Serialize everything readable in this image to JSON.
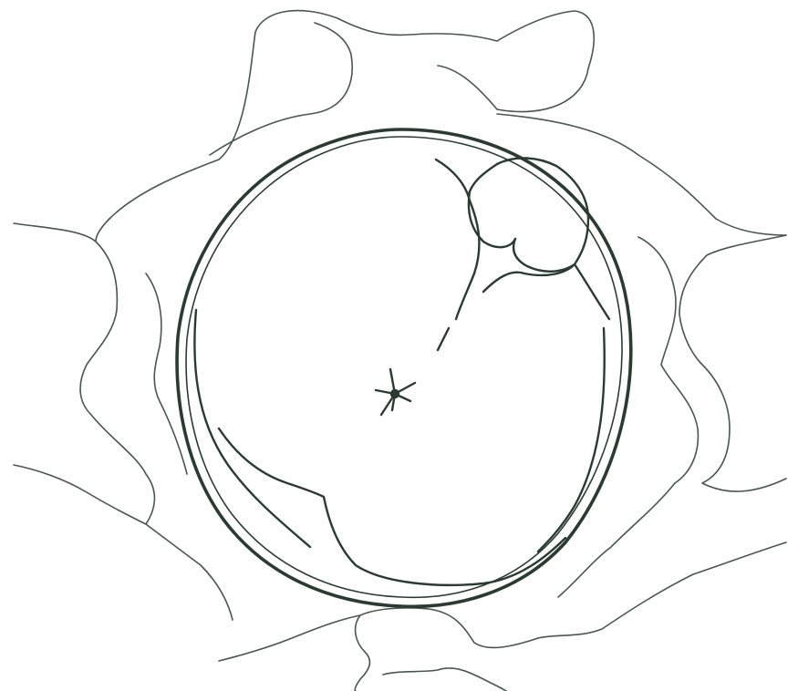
{
  "illustration": {
    "colors": {
      "background": "#ffffff",
      "ink": "#2b3b33",
      "ink_light": "#4a5550"
    },
    "parts": [
      "outer-contour",
      "circular-rim",
      "inner-circle",
      "suture-lines",
      "lobules",
      "central-star"
    ]
  }
}
